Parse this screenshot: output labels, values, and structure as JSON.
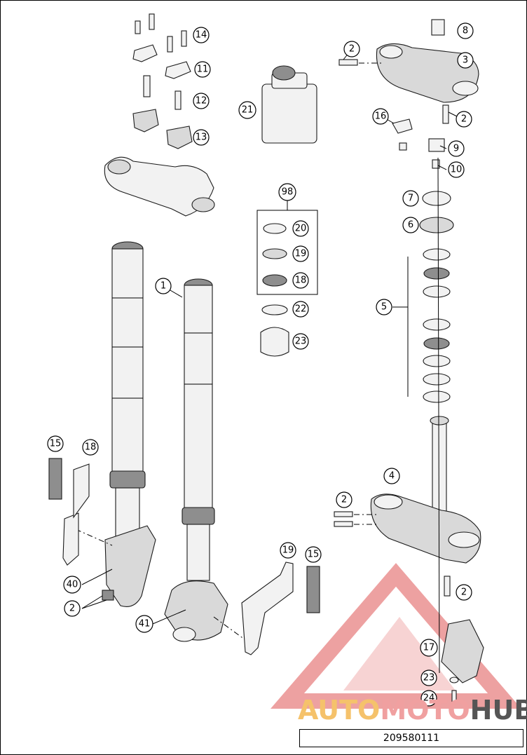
{
  "document_number": "209580111",
  "watermark": {
    "segments": [
      "AUTO",
      "MOTO",
      "HUB"
    ],
    "colors": [
      "#f5c26b",
      "#f0a0a0",
      "#555555"
    ]
  },
  "callouts": [
    {
      "key": "c14",
      "label": "14"
    },
    {
      "key": "c11",
      "label": "11"
    },
    {
      "key": "c12",
      "label": "12"
    },
    {
      "key": "c13",
      "label": "13"
    },
    {
      "key": "c8",
      "label": "8"
    },
    {
      "key": "c2a",
      "label": "2"
    },
    {
      "key": "c3",
      "label": "3"
    },
    {
      "key": "c2b",
      "label": "2"
    },
    {
      "key": "c21",
      "label": "21"
    },
    {
      "key": "c16",
      "label": "16"
    },
    {
      "key": "c9",
      "label": "9"
    },
    {
      "key": "c10",
      "label": "10"
    },
    {
      "key": "c98",
      "label": "98"
    },
    {
      "key": "c7",
      "label": "7"
    },
    {
      "key": "c6",
      "label": "6"
    },
    {
      "key": "c20",
      "label": "20"
    },
    {
      "key": "c19a",
      "label": "19"
    },
    {
      "key": "c18a",
      "label": "18"
    },
    {
      "key": "c1",
      "label": "1"
    },
    {
      "key": "c22",
      "label": "22"
    },
    {
      "key": "c5",
      "label": "5"
    },
    {
      "key": "c23a",
      "label": "23"
    },
    {
      "key": "c15a",
      "label": "15"
    },
    {
      "key": "c18b",
      "label": "18"
    },
    {
      "key": "c4",
      "label": "4"
    },
    {
      "key": "c2c",
      "label": "2"
    },
    {
      "key": "c19b",
      "label": "19"
    },
    {
      "key": "c15b",
      "label": "15"
    },
    {
      "key": "c40",
      "label": "40"
    },
    {
      "key": "c2d",
      "label": "2"
    },
    {
      "key": "c41",
      "label": "41"
    },
    {
      "key": "c2e",
      "label": "2"
    },
    {
      "key": "c17",
      "label": "17"
    },
    {
      "key": "c23b",
      "label": "23"
    },
    {
      "key": "c24",
      "label": "24"
    }
  ]
}
